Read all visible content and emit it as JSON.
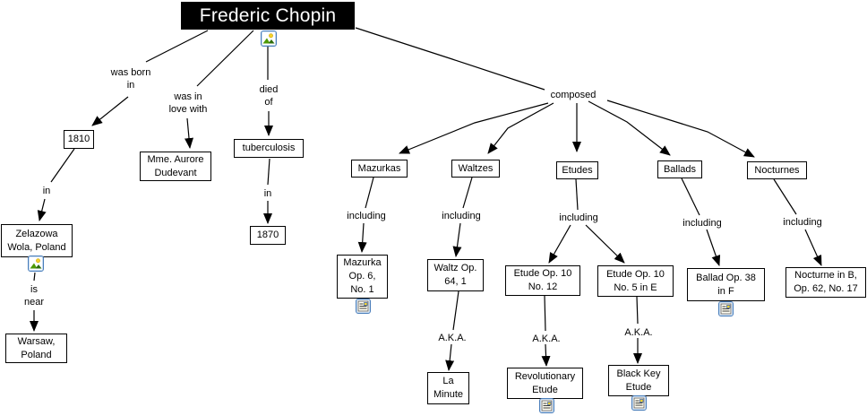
{
  "title": "Frederic Chopin",
  "nodes": {
    "born_year": "1810",
    "lover": "Mme. Aurore\nDudevant",
    "disease": "tuberculosis",
    "death_year": "1870",
    "birthplace": "Zelazowa\nWola, Poland",
    "near_city": "Warsaw,\nPoland",
    "mazurkas": "Mazurkas",
    "waltzes": "Waltzes",
    "etudes": "Etudes",
    "ballads": "Ballads",
    "nocturnes": "Nocturnes",
    "mazurka_piece": "Mazurka\nOp. 6,\nNo. 1",
    "waltz_piece": "Waltz Op.\n64, 1",
    "etude_12": "Etude Op. 10\nNo. 12",
    "etude_5": "Etude Op. 10\nNo. 5 in E",
    "ballad_piece": "Ballad Op. 38\nin F",
    "nocturne_piece": "Nocturne in B,\nOp. 62, No. 17",
    "la_minute": "La\nMinute",
    "revolutionary": "Revolutionary\nEtude",
    "black_key": "Black Key\nEtude"
  },
  "links": {
    "was_born_in": "was born\nin",
    "was_in_love_with": "was in\nlove with",
    "died_of": "died\nof",
    "in_place": "in",
    "in_year": "in",
    "is_near": "is\nnear",
    "composed": "composed",
    "including": "including",
    "aka": "A.K.A."
  },
  "icons": {
    "picture": "picture-icon",
    "document": "document-icon"
  },
  "colors": {
    "title_bg": "#000000",
    "title_text": "#ffffff",
    "node_border": "#000000",
    "icon_border": "#4a7ebb",
    "line": "#000000"
  }
}
